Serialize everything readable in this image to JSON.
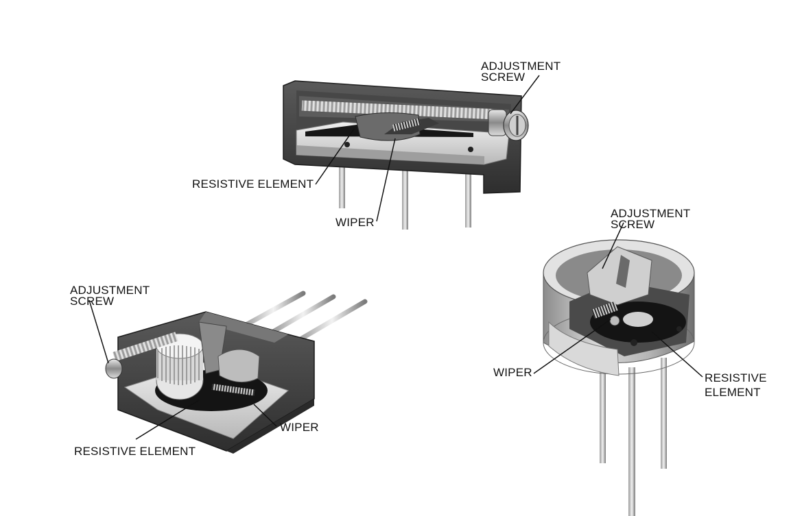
{
  "colors": {
    "background": "#ffffff",
    "housing_dark": "#3a3a3a",
    "housing_mid": "#6e6e6e",
    "housing_light": "#d4d4d4",
    "element_black": "#141414",
    "leader_line": "#111111"
  },
  "figures": {
    "rectangular_trimmer": {
      "adjustment_screw_line1": "ADJUSTMENT",
      "adjustment_screw_line2": "SCREW",
      "resistive_element": "RESISTIVE ELEMENT",
      "wiper": "WIPER"
    },
    "square_trimmer": {
      "adjustment_screw_line1": "ADJUSTMENT",
      "adjustment_screw_line2": "SCREW",
      "resistive_element": "RESISTIVE ELEMENT",
      "wiper": "WIPER"
    },
    "round_trimmer": {
      "adjustment_screw_line1": "ADJUSTMENT",
      "adjustment_screw_line2": "SCREW",
      "wiper": "WIPER",
      "resistive_element_line1": "RESISTIVE",
      "resistive_element_line2": "ELEMENT"
    }
  }
}
